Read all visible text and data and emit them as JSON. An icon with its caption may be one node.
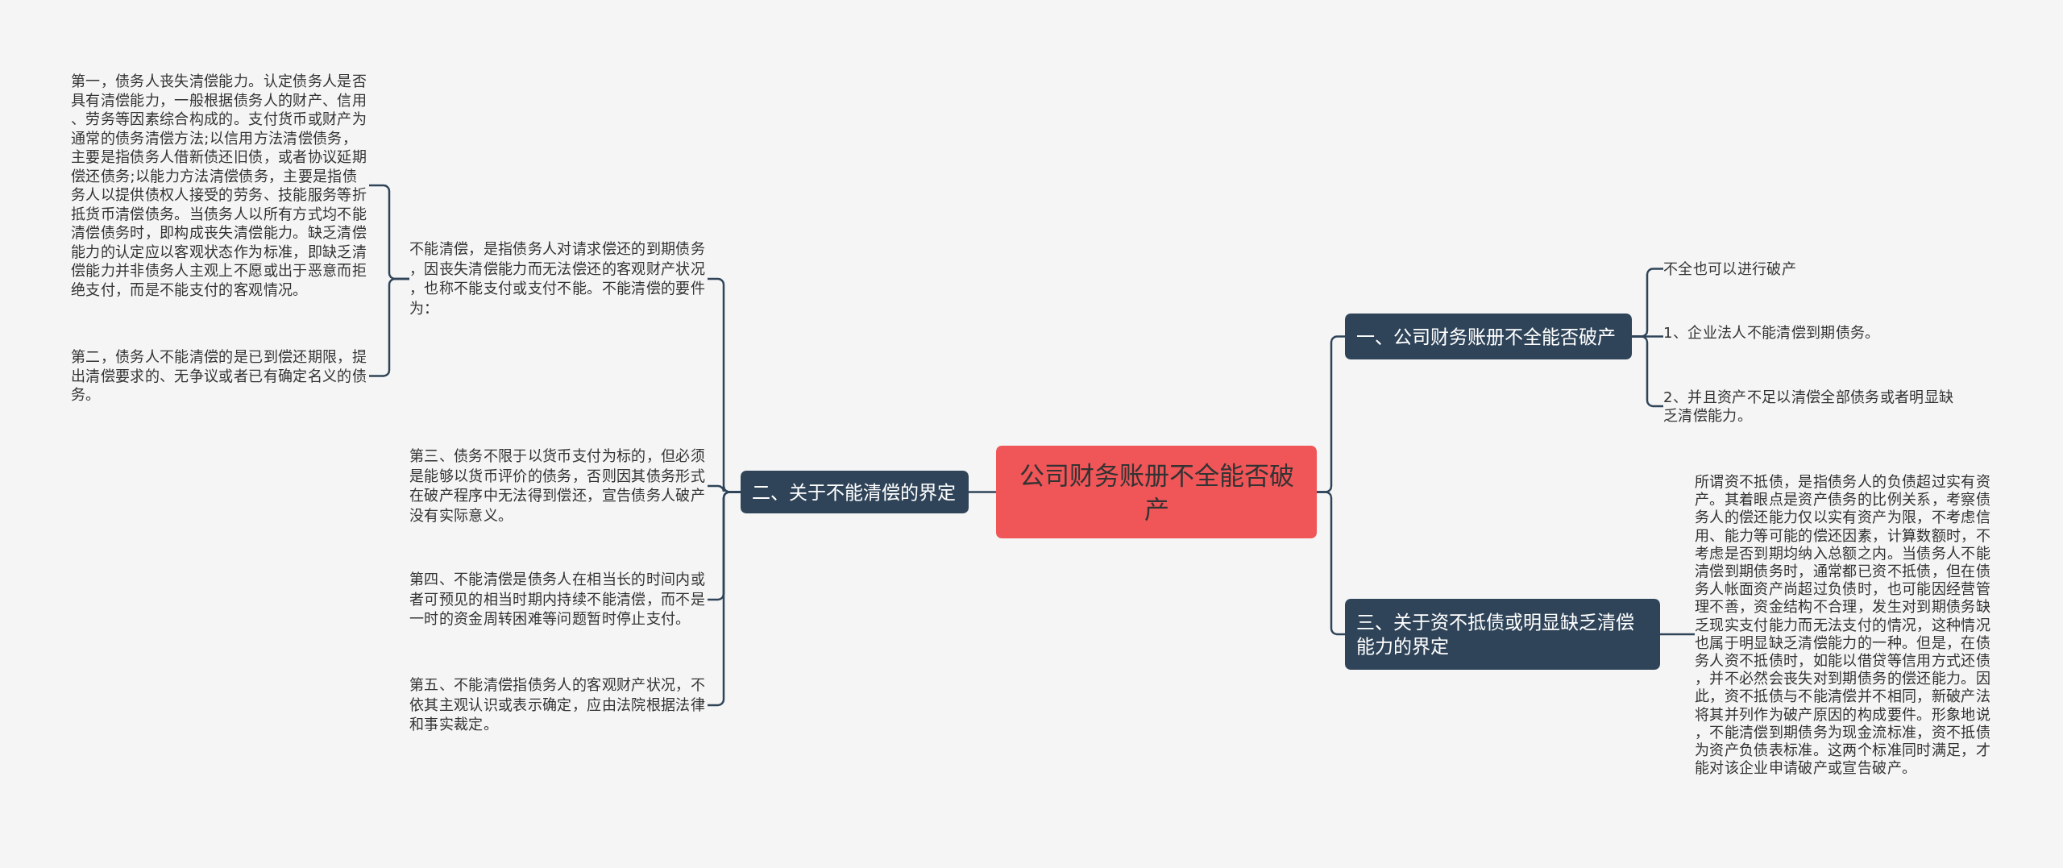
{
  "diagram": {
    "nodes": [
      {
        "text": [
          "公司财务账册不全能否破产"
        ]
      },
      {
        "text": [
          "一、公司财务账册不全能否破产"
        ]
      },
      {
        "text": [
          "不全也可以进行破产"
        ]
      },
      {
        "text": [
          "1、企业法人不能清偿到期债务。"
        ]
      },
      {
        "text": [
          "2、并且资产不足以清偿全部债务或者明显缺乏清偿能力。"
        ]
      },
      {
        "text": [
          "二、关于不能清偿的界定"
        ]
      },
      {
        "text": [
          "不能清偿，是指债务人对请求偿还的到期债务，因丧失清偿能力而无法偿还的客观财产状况，也称不能支付或支付不能。不能清偿的要件为："
        ]
      },
      {
        "text": [
          "第一，债务人丧失清偿能力。认定债务人是否具有清偿能力，一般根据债务人的财产、信用、劳务等因素综合构成的。支付货币或财产为通常的债务清偿方法;以信用方法清偿债务，主要是指债务人借新债还旧债，或者协议延期偿还债务;以能力方法清偿债务，主要是指债务人以提供债权人接受的劳务、技能服务等折抵货币清偿债务。当债务人以所有方式均不能清偿债务时，即构成丧失清偿能力。缺乏清偿能力的认定应以客观状态作为标准，即缺乏清偿能力并非债务人主观上不愿或出于恶意而拒绝支付，而是不能支付的客观情况。"
        ]
      },
      {
        "text": [
          "第二，债务人不能清偿的是已到偿还期限，提出清偿要求的、无争议或者已有确定名义的债务。"
        ]
      },
      {
        "text": [
          "第三、债务不限于以货币支付为标的，但必须是能够以货币评价的债务，否则因其债务形式在破产程序中无法得到偿还，宣告债务人破产没有实际意义。"
        ]
      },
      {
        "text": [
          "第四、不能清偿是债务人在相当长的时间内或者可预见的相当时期内持续不能清偿，而不是一时的资金周转困难等问题暂时停止支付。"
        ]
      },
      {
        "text": [
          "第五、不能清偿指债务人的客观财产状况，不依其主观认识或表示确定，应由法院根据法律和事实裁定。"
        ]
      },
      {
        "text": [
          "三、关于资不抵债或明显缺乏清偿能力的界定"
        ]
      },
      {
        "text": [
          "所谓资不抵债，是指债务人的负债超过实有资产。其着眼点是资产债务的比例关系，考察债务人的偿还能力仅以实有资产为限，不考虑信用、能力等可能的偿还因素，计算数额时，不考虑是否到期均纳入总额之内。当债务人不能清偿到期债务时，通常都已资不抵债，但在债务人帐面资产尚超过负债时，也可能因经营管理不善，资金结构不合理，发生对到期债务缺乏现实支付能力而无法支付的情况，这种情况也属于明显缺乏清偿能力的一种。但是，在债务人资不抵债时，如能以借贷等信用方式还债，并不必然会丧失对到期债务的偿还能力。因此，资不抵债与不能清偿并不相同，新破产法将其并列作为破产原因的构成要件。形象地说，不能清偿到期债务为现金流标准，资不抵债为资产负债表标准。这两个标准同时满足，才能对该企业申请破产或宣告破产。"
        ]
      }
    ],
    "edges": [
      {
        "from": 0,
        "to": 1,
        "arrow": "none"
      },
      {
        "from": 1,
        "to": 2,
        "arrow": "none"
      },
      {
        "from": 1,
        "to": 3,
        "arrow": "none"
      },
      {
        "from": 1,
        "to": 4,
        "arrow": "none"
      },
      {
        "from": 0,
        "to": 5,
        "arrow": "none"
      },
      {
        "from": 5,
        "to": 6,
        "arrow": "none"
      },
      {
        "from": 6,
        "to": 7,
        "arrow": "none"
      },
      {
        "from": 6,
        "to": 8,
        "arrow": "none"
      },
      {
        "from": 5,
        "to": 9,
        "arrow": "none"
      },
      {
        "from": 5,
        "to": 10,
        "arrow": "none"
      },
      {
        "from": 5,
        "to": 11,
        "arrow": "none"
      },
      {
        "from": 0,
        "to": 12,
        "arrow": "none"
      },
      {
        "from": 12,
        "to": 13,
        "arrow": "none"
      }
    ]
  }
}
